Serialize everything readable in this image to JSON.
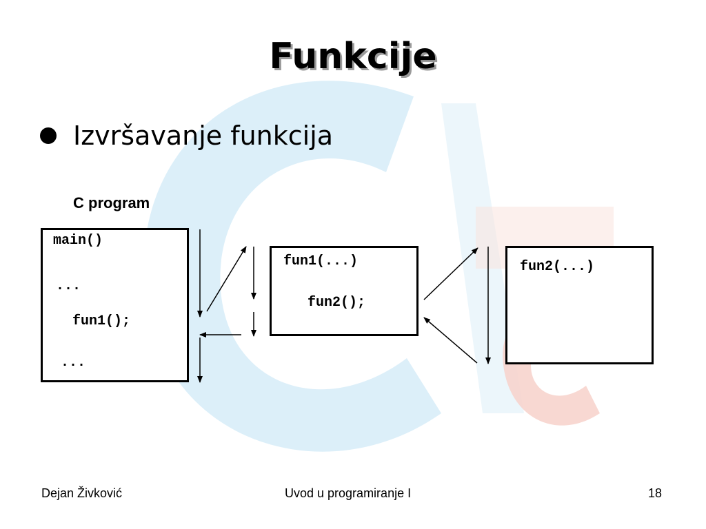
{
  "slide": {
    "title": "Funkcije",
    "bullet": "Izvršavanje funkcija",
    "caption": "C program"
  },
  "boxes": {
    "main": {
      "lines": [
        "main()",
        "...",
        "fun1();",
        "..."
      ]
    },
    "fun1": {
      "lines": [
        "fun1(...)",
        "fun2();"
      ]
    },
    "fun2": {
      "lines": [
        "fun2(...)"
      ]
    }
  },
  "footer": {
    "author": "Dejan Živković",
    "course": "Uvod u programiranje I",
    "page": "18"
  },
  "colors": {
    "logo_blue": "#d6ecf7",
    "logo_red": "#f6d3cc",
    "text": "#000000",
    "title_shadow": "#9a9a9a"
  }
}
